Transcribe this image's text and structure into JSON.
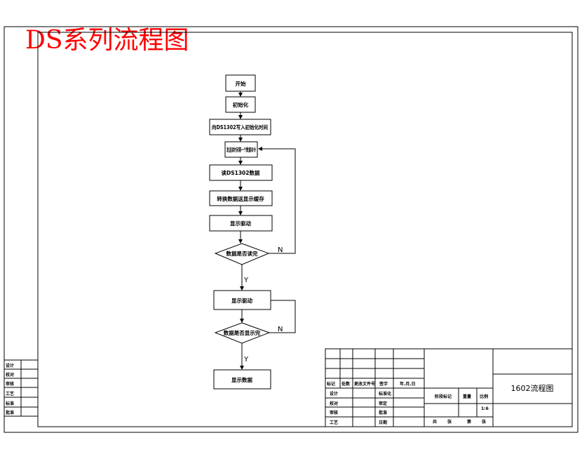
{
  "drawing_title": "DS系列流程图",
  "nodes": {
    "start": "开始",
    "init": "初始化",
    "write_ds1302_init": "向DS1302写入初始化时间",
    "send_read_time_cmd": "发送读时间第一个数据命令",
    "read_ds1302": "读DS1302数据",
    "convert_send": "转换数据送显示缓存",
    "display_drive_1": "显示驱动",
    "decide_buffer": "数据是否读完",
    "display_drive_2": "显示驱动",
    "decide_display": "数据是否显示完",
    "display_data": "显示数据"
  },
  "branch_labels": {
    "yes_1": "Y",
    "no_1": "N",
    "yes_2": "Y",
    "no_2": "N"
  },
  "left_signoff": [
    "设计",
    "校对",
    "审核",
    "工艺",
    "标准",
    "批准"
  ],
  "title_block": {
    "headers": [
      "标记",
      "处数",
      "更改文件号",
      "签字",
      "年.月.日"
    ],
    "roles_left": [
      "设计",
      "校对",
      "审核",
      "工艺"
    ],
    "roles_right": [
      "标准化",
      "审定",
      "批准",
      "日期"
    ],
    "stage_label": "阶段标记",
    "weight_label": "重量",
    "scale_label": "比例",
    "scale_value": "1:6",
    "sheet_row": [
      "共",
      "张",
      "第",
      "张"
    ],
    "drawing_name": "1602流程图"
  }
}
